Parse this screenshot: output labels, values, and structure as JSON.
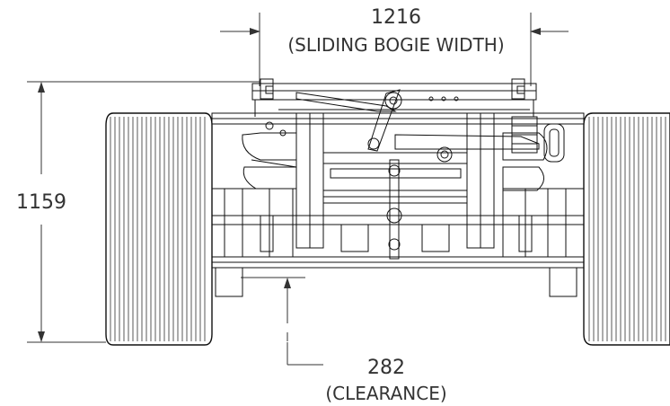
{
  "dimensions": {
    "width": {
      "value": "1216",
      "caption": "(SLIDING BOGIE WIDTH)"
    },
    "height": {
      "value": "1159"
    },
    "clearance": {
      "value": "282",
      "caption": "(CLEARANCE)"
    }
  }
}
